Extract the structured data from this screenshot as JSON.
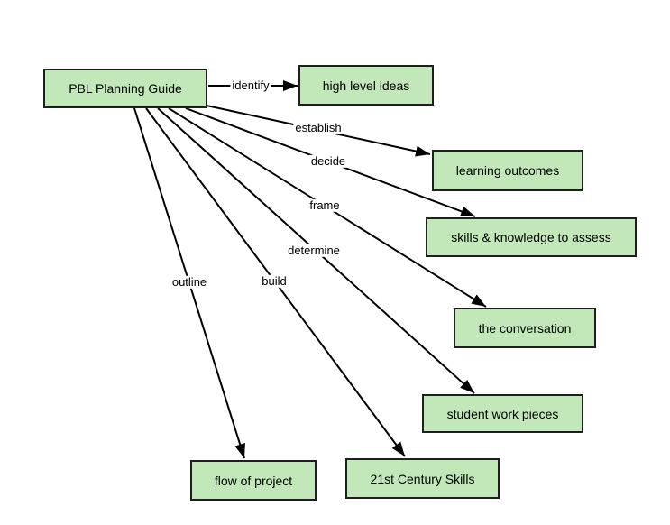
{
  "diagram": {
    "title": "PBL Planning Guide diagram",
    "nodes": [
      {
        "id": "pbl-planning-guide",
        "label": "PBL Planning Guide"
      },
      {
        "id": "high-level-ideas",
        "label": "high level ideas"
      },
      {
        "id": "learning-outcomes",
        "label": "learning outcomes"
      },
      {
        "id": "skills-knowledge-to-assess",
        "label": "skills & knowledge to assess"
      },
      {
        "id": "the-conversation",
        "label": "the conversation"
      },
      {
        "id": "student-work-pieces",
        "label": "student work pieces"
      },
      {
        "id": "21st-century-skills",
        "label": "21st Century Skills"
      },
      {
        "id": "flow-of-project",
        "label": "flow of project"
      }
    ],
    "edges": [
      {
        "label": "identify",
        "from": "PBL Planning Guide",
        "to": "high level ideas"
      },
      {
        "label": "establish",
        "from": "PBL Planning Guide",
        "to": "learning outcomes"
      },
      {
        "label": "decide",
        "from": "PBL Planning Guide",
        "to": "skills & knowledge to assess"
      },
      {
        "label": "frame",
        "from": "PBL Planning Guide",
        "to": "the conversation"
      },
      {
        "label": "determine",
        "from": "PBL Planning Guide",
        "to": "student work pieces"
      },
      {
        "label": "build",
        "from": "PBL Planning Guide",
        "to": "21st Century Skills"
      },
      {
        "label": "outline",
        "from": "PBL Planning Guide",
        "to": "flow of project"
      }
    ],
    "colors": {
      "node_fill": "#c2e8ba",
      "node_border": "#1f1f1f",
      "arrow": "#000000",
      "background": "#ffffff"
    }
  }
}
